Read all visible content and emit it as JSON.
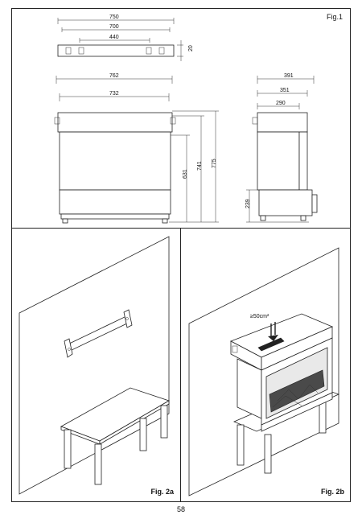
{
  "fig1": {
    "label": "Fig.1",
    "top_view": {
      "dim_750": "750",
      "dim_700": "700",
      "dim_440": "440",
      "dim_20": "20"
    },
    "front_view": {
      "dim_762": "762",
      "dim_732": "732",
      "dim_631": "631",
      "dim_741": "741",
      "dim_775": "775"
    },
    "side_view": {
      "dim_391": "391",
      "dim_351": "351",
      "dim_290": "290",
      "dim_239": "239"
    }
  },
  "fig2a": {
    "label": "Fig. 2a"
  },
  "fig2b": {
    "label": "Fig. 2b",
    "vent_label": "≥50cm²"
  },
  "page_number": "58"
}
